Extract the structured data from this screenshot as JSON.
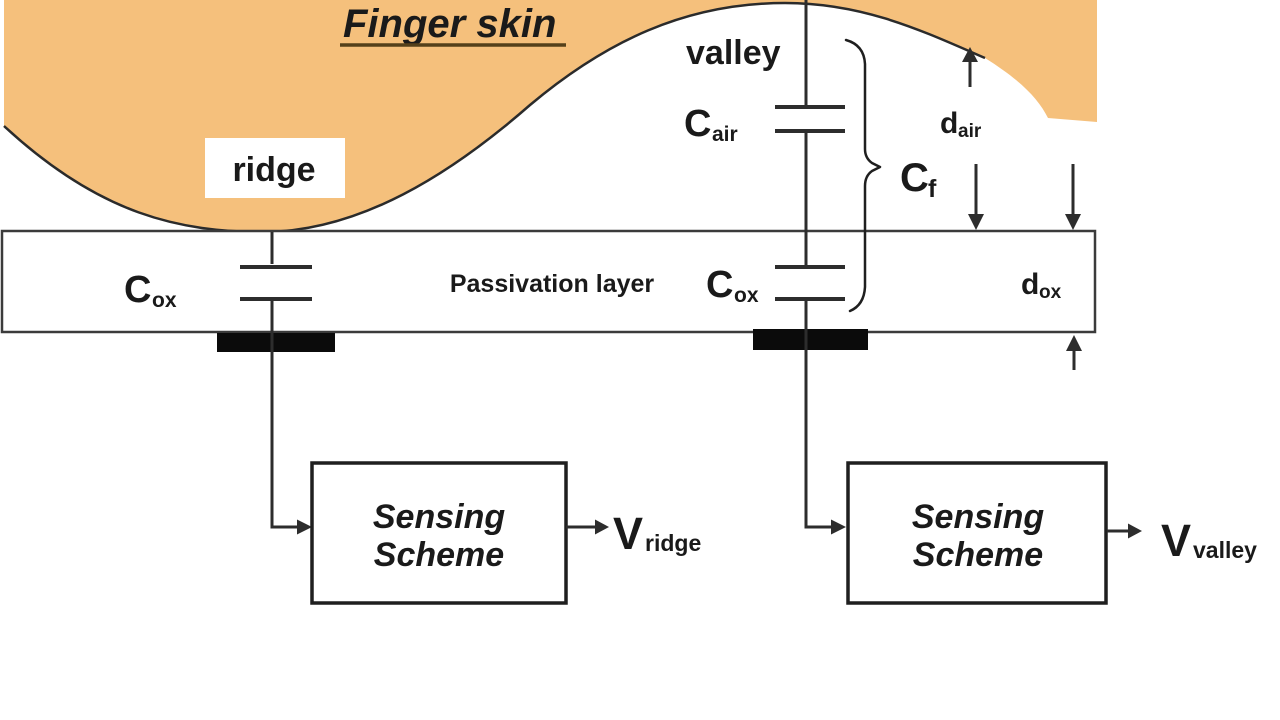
{
  "colors": {
    "skin": "#F5C07C",
    "line": "#2D2D2D",
    "electrode": "#0B0B0B",
    "underline": "#54401A"
  },
  "skin": {
    "title": "Finger skin",
    "ridge_label": "ridge",
    "valley_label": "valley"
  },
  "passivation": {
    "label": "Passivation layer"
  },
  "capacitors": {
    "air": {
      "base": "C",
      "sub": "air"
    },
    "ox_left": {
      "base": "C",
      "sub": "ox"
    },
    "ox_right": {
      "base": "C",
      "sub": "ox"
    },
    "finger": {
      "base": "C",
      "sub": "f"
    }
  },
  "distances": {
    "air": {
      "base": "d",
      "sub": "air"
    },
    "ox": {
      "base": "d",
      "sub": "ox"
    }
  },
  "sensing_left": {
    "line1": "Sensing",
    "line2": "Scheme"
  },
  "sensing_right": {
    "line1": "Sensing",
    "line2": "Scheme"
  },
  "outputs": {
    "ridge": {
      "base": "V",
      "sub": "ridge"
    },
    "valley": {
      "base": "V",
      "sub": "valley"
    }
  }
}
